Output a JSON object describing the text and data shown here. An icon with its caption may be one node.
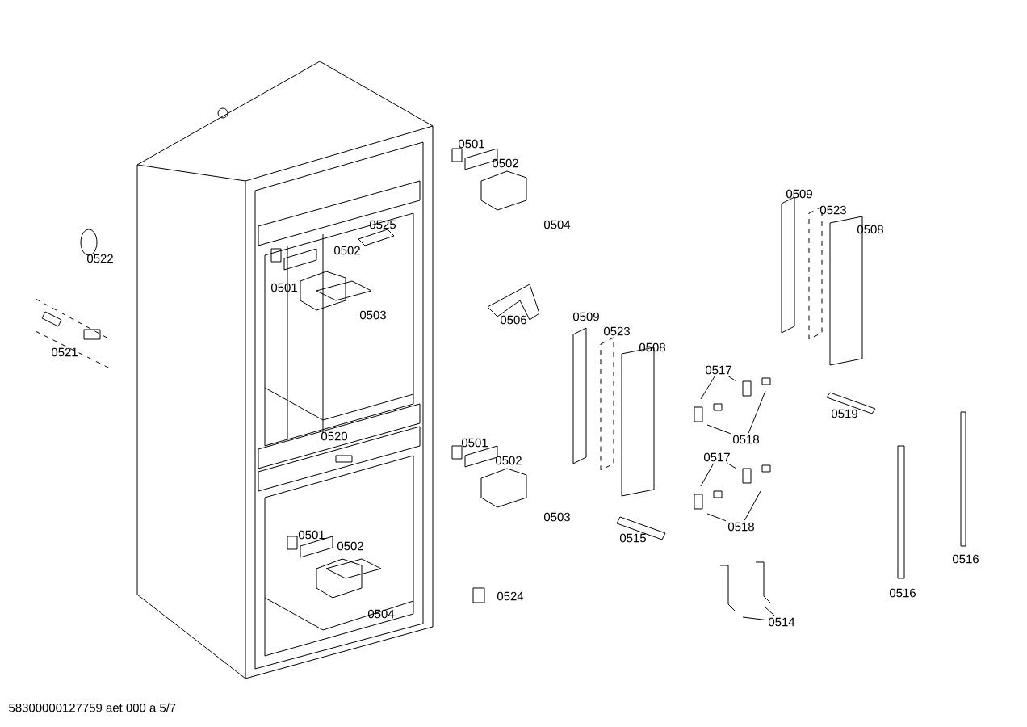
{
  "diagram": {
    "nodes": [
      {
        "text": [
          "0517"
        ]
      },
      {
        "text": [
          "0518"
        ]
      },
      {
        "text": [
          "0517"
        ]
      },
      {
        "text": [
          "0518"
        ]
      },
      {
        "text": [
          "0514"
        ]
      }
    ],
    "edges": [
      {
        "from": 0,
        "to": null,
        "arrow": "none"
      },
      {
        "from": 0,
        "to": null,
        "arrow": "none"
      },
      {
        "from": 1,
        "to": null,
        "arrow": "none"
      },
      {
        "from": 1,
        "to": null,
        "arrow": "none"
      },
      {
        "from": 2,
        "to": null,
        "arrow": "none"
      },
      {
        "from": 2,
        "to": null,
        "arrow": "none"
      },
      {
        "from": 3,
        "to": null,
        "arrow": "none"
      },
      {
        "from": 3,
        "to": null,
        "arrow": "none"
      },
      {
        "from": 4,
        "to": null,
        "arrow": "none"
      },
      {
        "from": 4,
        "to": null,
        "arrow": "none"
      }
    ],
    "labels": [
      "0501",
      "0502",
      "0509",
      "0523",
      "0525",
      "0504",
      "0508",
      "0502",
      "0522",
      "0501",
      "0503",
      "0506",
      "0509",
      "0523",
      "0508",
      "0521",
      "0519",
      "0520",
      "0501",
      "0502",
      "0503",
      "0501",
      "0502",
      "0515",
      "0516",
      "0516",
      "0524",
      "0504",
      "58300000127759 aet 000 a 5/7"
    ]
  }
}
